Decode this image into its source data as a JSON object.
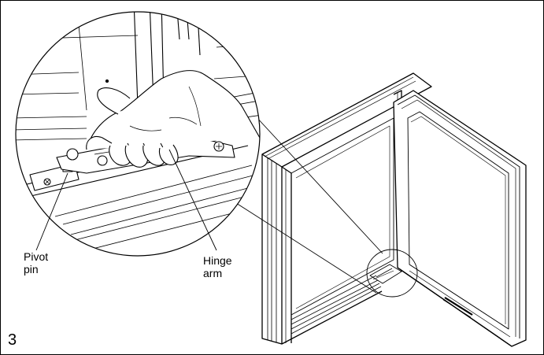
{
  "labels": {
    "pivot_line1": "Pivot",
    "pivot_line2": "pin",
    "hinge_line1": "Hinge",
    "hinge_line2": "arm",
    "step_number": "3"
  }
}
